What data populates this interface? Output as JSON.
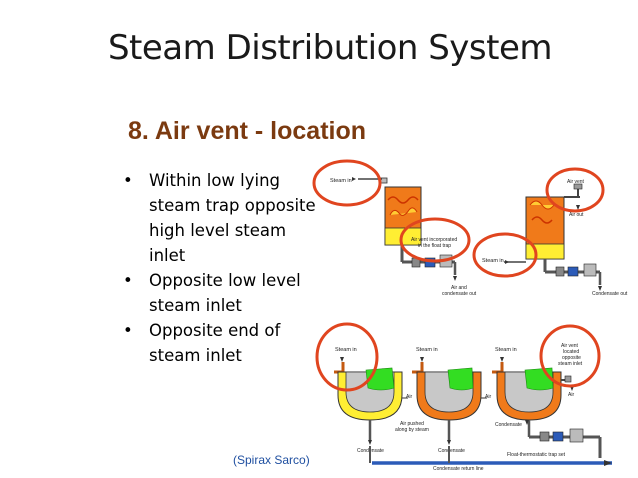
{
  "title": "Steam Distribution System",
  "section_title": "8. Air vent - location",
  "bullets": [
    "Within low lying steam trap opposite high level steam inlet",
    "Opposite low level steam inlet",
    "Opposite end of steam inlet"
  ],
  "credit": "(Spirax Sarco)",
  "colors": {
    "highlight_circle": "#e0451f",
    "title_brown": "#7b3a10",
    "steam_orange": "#f07a1a",
    "condensate_green": "#33dd22"
  },
  "top_diagram": {
    "steam_in": "Steam in",
    "air_vent_incorporated": "Air vent incorporated",
    "in_float_trap": "in the float trap",
    "air_and": "Air and",
    "condensate_out": "condensate out",
    "air_vent": "Air vent",
    "air_out": "Air out",
    "steam_in_right": "Steam in",
    "condensate_out_right": "Condensate out"
  },
  "bottom_diagram": {
    "steam_in_1": "Steam in",
    "steam_in_2": "Steam in",
    "steam_in_3": "Steam in",
    "air_1": "Air",
    "air_2": "Air",
    "air_3": "Air",
    "air_vent_line1": "Air vent",
    "air_vent_line2": "located",
    "air_vent_line3": "opposite",
    "air_vent_line4": "steam inlet",
    "air_pushed_1": "Air pushed",
    "air_pushed_2": "along by steam",
    "condensate_1": "Condensate",
    "condensate_2": "Condensate",
    "condensate_3": "Condensate",
    "return_line": "Condensate return line",
    "trap_set": "Float-thermostatic trap set"
  }
}
